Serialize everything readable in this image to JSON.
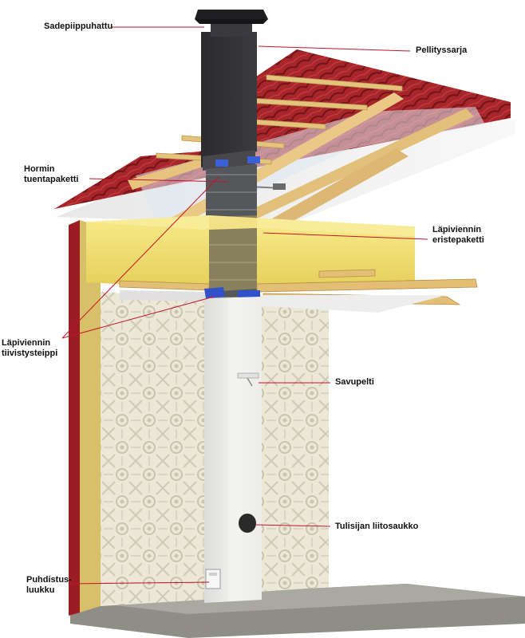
{
  "colors": {
    "leader_line": "#c0152a",
    "roof_tile": "#a8262a",
    "insulation": "#f0dc6a",
    "timber": "#e8c880",
    "chimney_light": "#ececea",
    "chimney_dark": "#2f2f31",
    "wallpaper": "#e9e6d6",
    "floor": "#9c9c94"
  },
  "labels": {
    "sadepiippuhattu": "Sadepiippuhattu",
    "pellityssarja": "Pellityssarja",
    "hormin_tuentapaketti": [
      "Hormin",
      "tuentapaketti"
    ],
    "lapiviennin_eristepaketti": [
      "Läpiviennin",
      "eristepaketti"
    ],
    "lapiviennin_tiivistysteippi": [
      "Läpiviennin",
      "tiivistysteippi"
    ],
    "savupelti": "Savupelti",
    "tulisijan_liitosaukko": "Tulisijan liitosaukko",
    "puhdistusluukku": [
      "Puhdistus-",
      "luukku"
    ]
  }
}
